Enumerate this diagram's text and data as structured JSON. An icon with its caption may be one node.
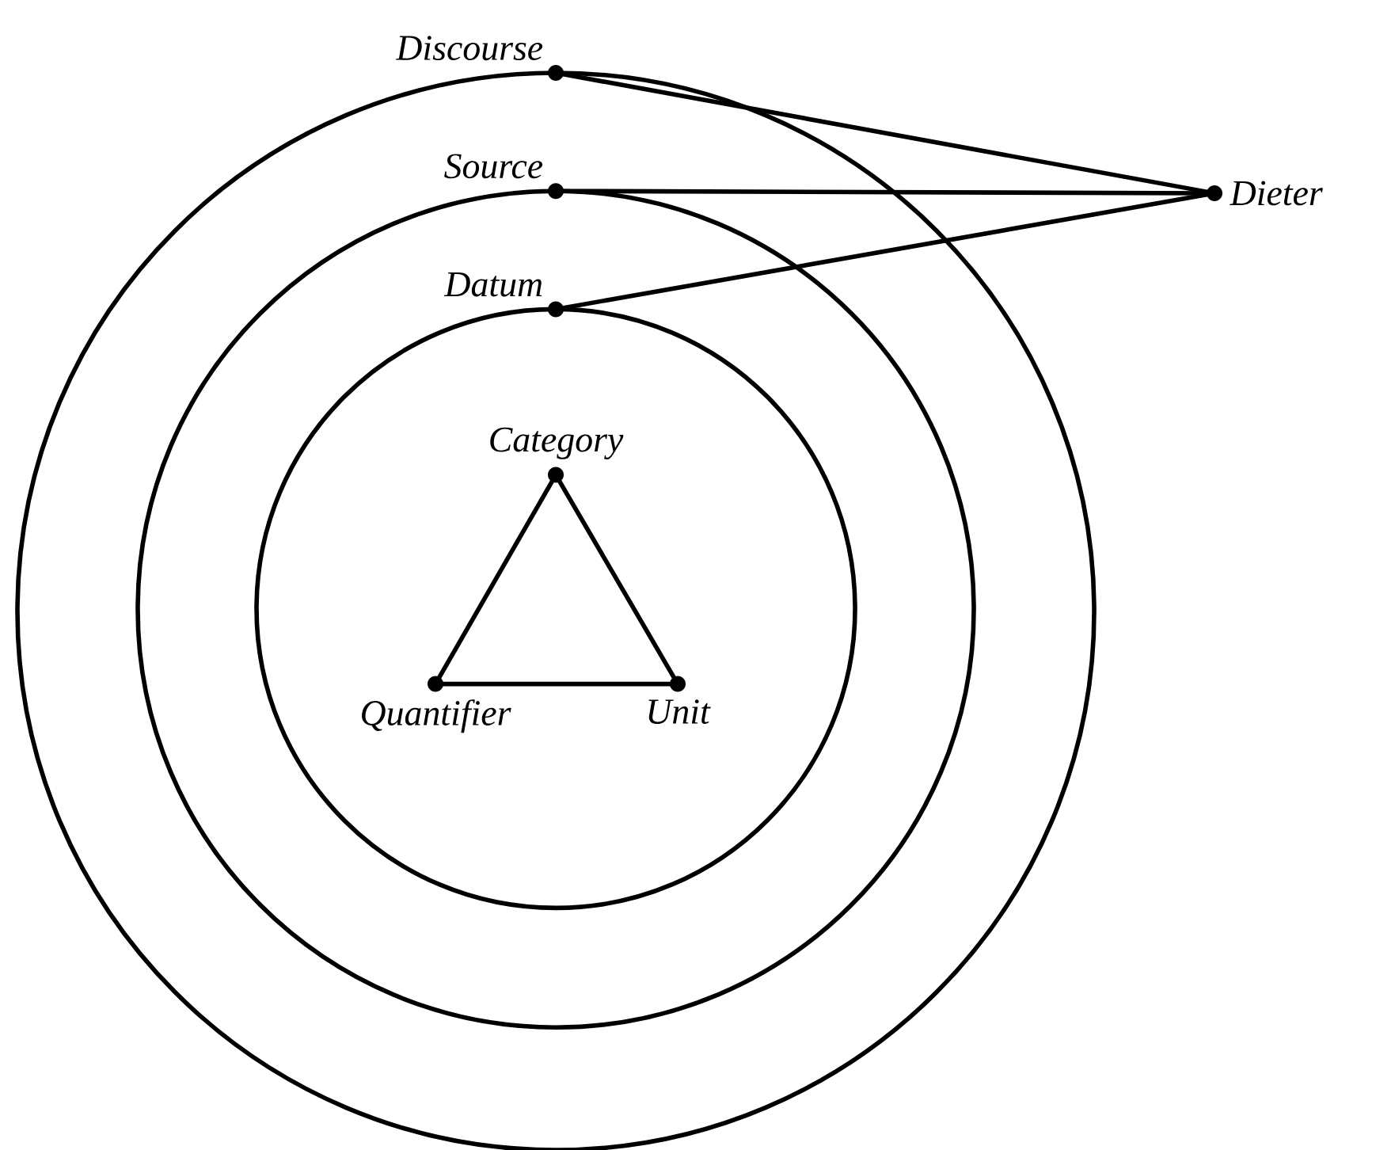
{
  "diagram": {
    "nodes": [
      {
        "text": [],
        "shape": "circle"
      },
      {
        "text": [],
        "shape": "circle",
        "in": 0
      },
      {
        "text": [],
        "shape": "circle",
        "in": 1
      },
      {
        "text": [
          "Discourse"
        ]
      },
      {
        "text": [
          "Source"
        ],
        "in": 0
      },
      {
        "text": [
          "Datum"
        ],
        "in": 1
      },
      {
        "text": [
          "Dieter"
        ]
      },
      {
        "text": [
          "Category"
        ],
        "in": 2
      },
      {
        "text": [
          "Quantifier"
        ],
        "in": 2
      },
      {
        "text": [
          "Unit"
        ],
        "in": 2
      }
    ],
    "edges": [
      {
        "from": 3,
        "to": 6,
        "arrow": "none"
      },
      {
        "from": 4,
        "to": 6,
        "arrow": "none"
      },
      {
        "from": 5,
        "to": 6,
        "arrow": "none"
      },
      {
        "from": 7,
        "to": 8,
        "arrow": "none"
      },
      {
        "from": 7,
        "to": 9,
        "arrow": "none"
      },
      {
        "from": 8,
        "to": 9,
        "arrow": "none"
      }
    ]
  }
}
